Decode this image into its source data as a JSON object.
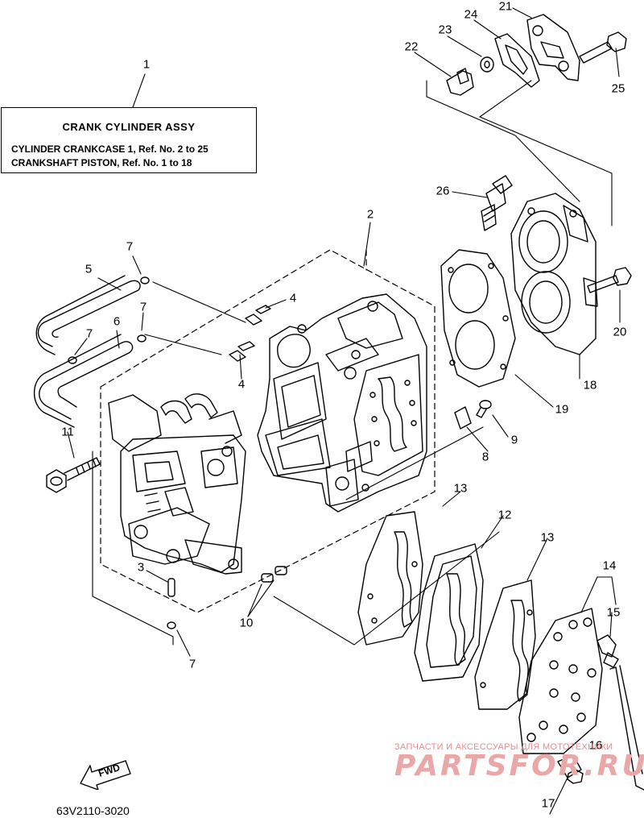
{
  "title_box": {
    "title": "CRANK CYLINDER ASSY",
    "line1": "CYLINDER CRANKCASE 1,  Ref. No. 2 to 25",
    "line2": "CRANKSHAFT PISTON,  Ref. No. 1 to 18"
  },
  "callouts": {
    "n1": "1",
    "n2": "2",
    "n3": "3",
    "n4a": "4",
    "n4b": "4",
    "n5": "5",
    "n6": "6",
    "n7a": "7",
    "n7b": "7",
    "n7c": "7",
    "n7d": "7",
    "n8": "8",
    "n9": "9",
    "n10": "10",
    "n11": "11",
    "n12": "12",
    "n13a": "13",
    "n13b": "13",
    "n14": "14",
    "n15": "15",
    "n16": "16",
    "n17": "17",
    "n18": "18",
    "n19": "19",
    "n20": "20",
    "n21": "21",
    "n22": "22",
    "n23": "23",
    "n24": "24",
    "n25": "25",
    "n26": "26"
  },
  "fwd_label": "FWD",
  "diagram_code": "63V2110-3020",
  "watermark": {
    "small": "ЗАПЧАСТИ И АКСЕССУАРЫ ДЛЯ МОТОТЕХНИКИ",
    "big": "PARTSFOR.RU"
  }
}
